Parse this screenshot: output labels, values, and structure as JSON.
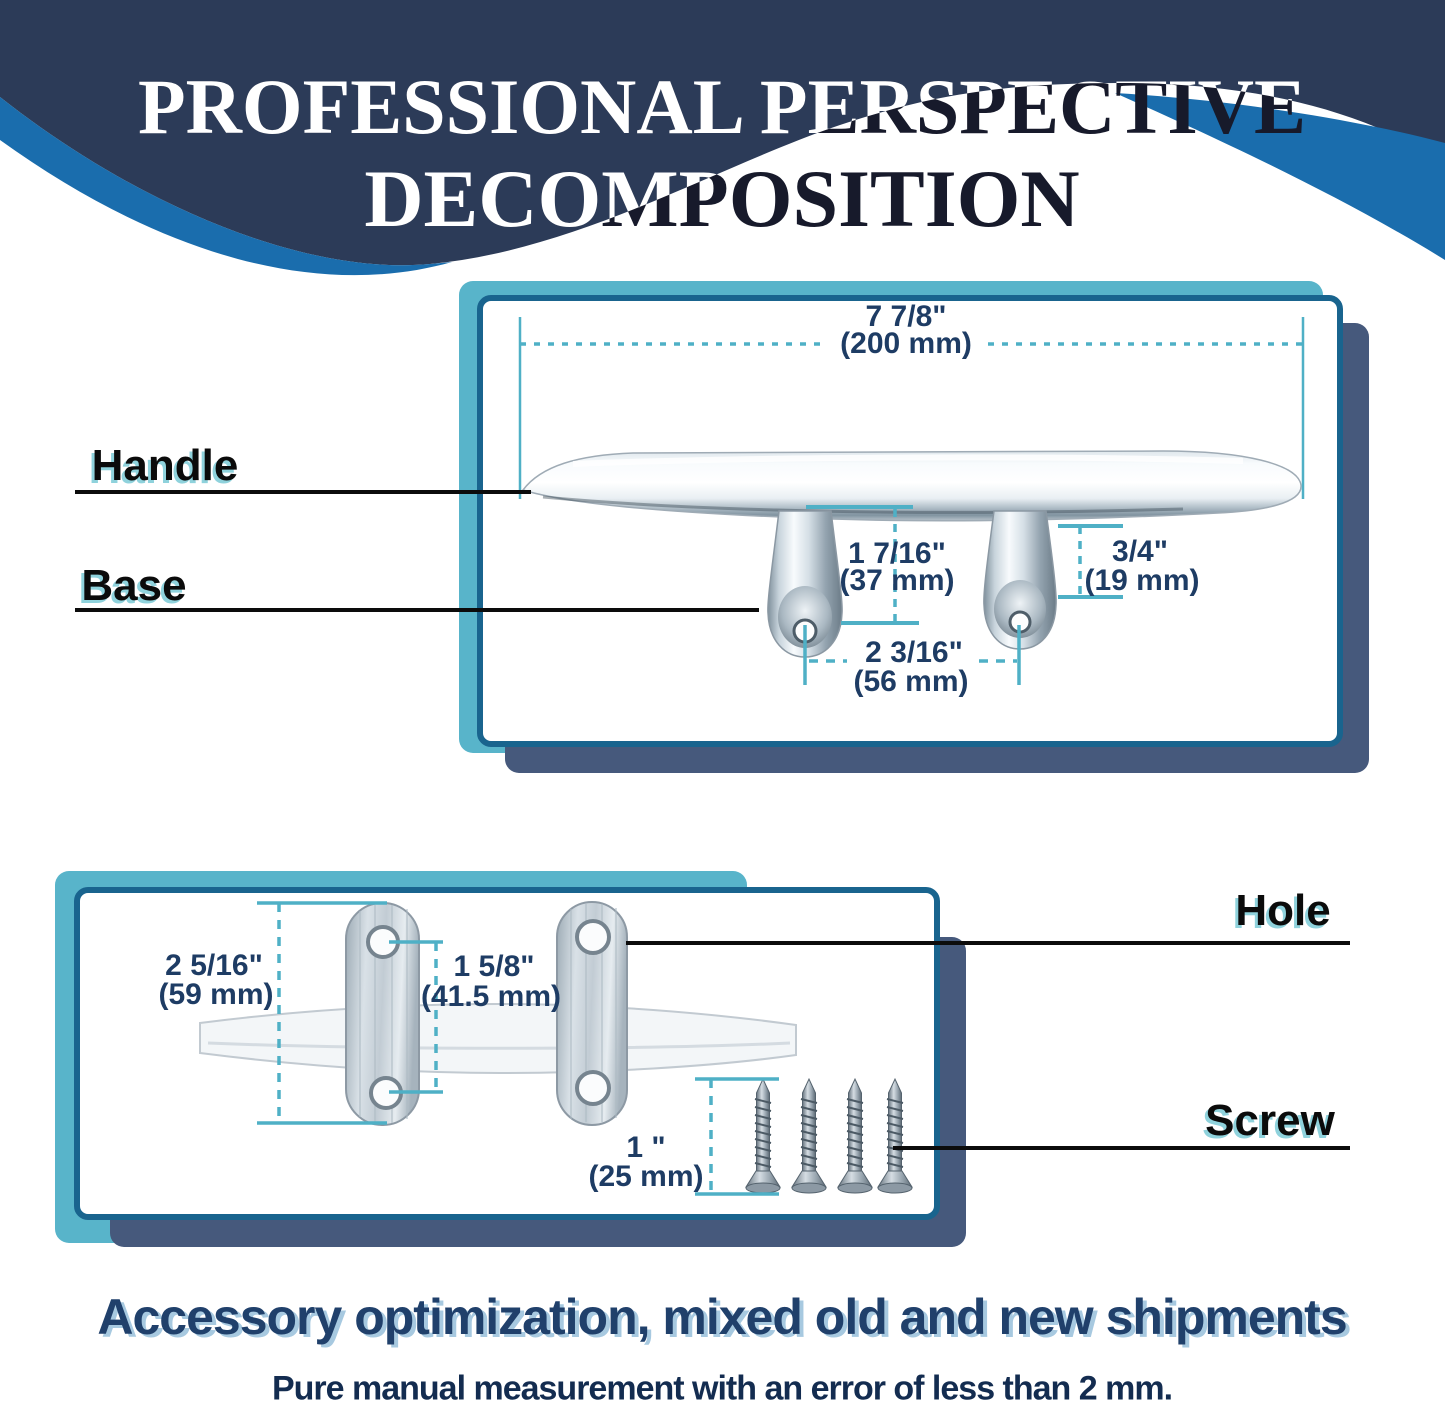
{
  "header": {
    "title_line1": "PROFESSIONAL PERSPECTIVE",
    "title_line2": "DECOMPOSITION"
  },
  "side_view": {
    "label_handle": "Handle",
    "label_base": "Base",
    "dim_width_in": "7 7/8\"",
    "dim_width_mm": "(200 mm)",
    "dim_leg_height_in": "1 7/16\"",
    "dim_leg_height_mm": "(37 mm)",
    "dim_leg_inset_in": "3/4\"",
    "dim_leg_inset_mm": "(19 mm)",
    "dim_leg_spacing_in": "2 3/16\"",
    "dim_leg_spacing_mm": "(56 mm)"
  },
  "top_view": {
    "label_hole": "Hole",
    "label_screw": "Screw",
    "dim_plate_length_in": "2 5/16\"",
    "dim_plate_length_mm": "(59 mm)",
    "dim_hole_spacing_in": "1 5/8\"",
    "dim_hole_spacing_mm": "(41.5 mm)",
    "dim_screw_length_in": "1 \"",
    "dim_screw_length_mm": "(25 mm)"
  },
  "footer": {
    "headline": "Accessory optimization, mixed old and new shipments",
    "subline": "Pure manual measurement with an error of less than 2 mm."
  },
  "colors": {
    "header_navy": "#2c3b58",
    "wave_blue": "#1a6dad",
    "box_back_teal": "#58b4ca",
    "box_back_navy": "#46597c",
    "box_border": "#19648e",
    "dimension_teal": "#4fb0c6",
    "dimension_text": "#1e3c64",
    "title_dark": "#171a2b"
  }
}
